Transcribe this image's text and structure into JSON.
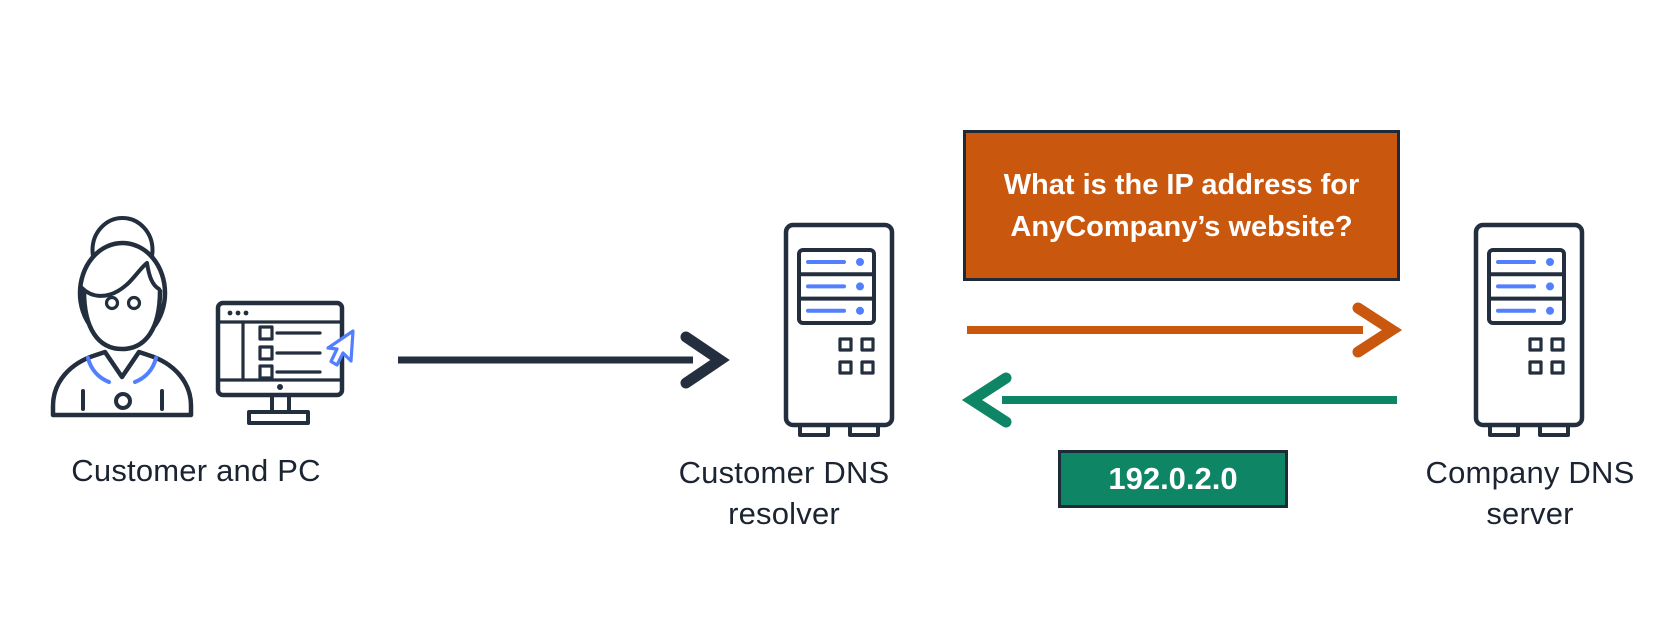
{
  "diagram_type": "dns-resolution-flow",
  "colors": {
    "navy": "#232f3e",
    "accent_blue": "#527fff",
    "orange": "#c9570e",
    "green": "#0e8666",
    "box_border": "#1f2a38",
    "label_text": "#1b2430",
    "box_text": "#ffffff",
    "bg": "#ffffff"
  },
  "nodes": [
    {
      "id": "customer",
      "label": "Customer and PC",
      "icon": "customer-pc-icon"
    },
    {
      "id": "resolver",
      "label": "Customer DNS resolver",
      "icon": "dns-server-icon"
    },
    {
      "id": "company",
      "label": "Company DNS server",
      "icon": "dns-server-icon"
    }
  ],
  "messages": {
    "query": {
      "text": "What is the IP address for AnyCompany’s website?",
      "color": "#c9570e"
    },
    "response": {
      "text": "192.0.2.0",
      "color": "#0e8666"
    }
  },
  "arrows": [
    {
      "id": "customer-to-resolver",
      "from": "customer",
      "to": "resolver",
      "direction": "right",
      "color": "#232f3e"
    },
    {
      "id": "resolver-to-company",
      "from": "resolver",
      "to": "company",
      "direction": "right",
      "color": "#c9570e"
    },
    {
      "id": "company-to-resolver",
      "from": "company",
      "to": "resolver",
      "direction": "left",
      "color": "#0e8666"
    }
  ]
}
